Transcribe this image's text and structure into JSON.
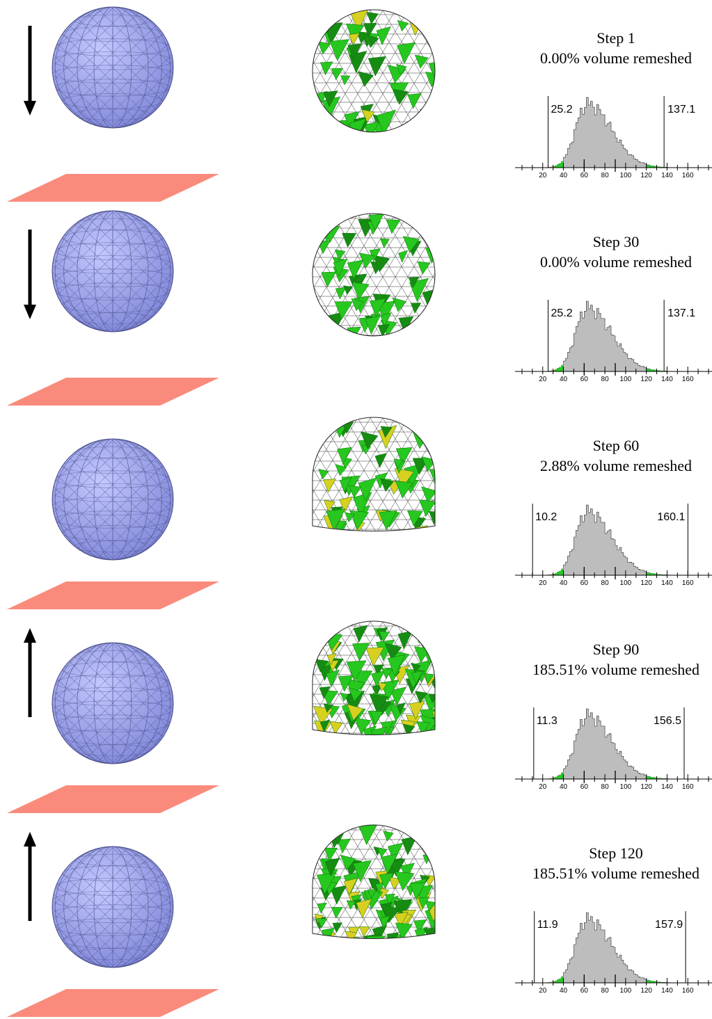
{
  "colors": {
    "sphere": "#9da2ee",
    "sphere_edge": "#4b4f8a",
    "plane": "#fa8b7c",
    "mesh_green": "#26c71e",
    "mesh_dark_green": "#168c12",
    "mesh_yellow": "#d8d020",
    "hist_gray": "#bdbdbd",
    "hist_green": "#22cc22",
    "hist_yellow": "#e0d81c"
  },
  "x_axis_ticks": [
    "20",
    "40",
    "60",
    "80",
    "100",
    "120",
    "140",
    "160"
  ],
  "rows": [
    {
      "step_label": "Step 1",
      "volume_label": "0.00% volume remeshed",
      "arrow": "down",
      "contact": false,
      "min_label": "25.2",
      "max_label": "137.1",
      "min_value": 25.2,
      "max_value": 137.1
    },
    {
      "step_label": "Step 30",
      "volume_label": "0.00% volume remeshed",
      "arrow": "down",
      "contact": false,
      "min_label": "25.2",
      "max_label": "137.1",
      "min_value": 25.2,
      "max_value": 137.1
    },
    {
      "step_label": "Step 60",
      "volume_label": "2.88% volume remeshed",
      "arrow": "none",
      "contact": true,
      "min_label": "10.2",
      "max_label": "160.1",
      "min_value": 10.2,
      "max_value": 160.1
    },
    {
      "step_label": "Step 90",
      "volume_label": "185.51% volume remeshed",
      "arrow": "up",
      "contact": true,
      "min_label": "11.3",
      "max_label": "156.5",
      "min_value": 11.3,
      "max_value": 156.5
    },
    {
      "step_label": "Step 120",
      "volume_label": "185.51% volume remeshed",
      "arrow": "up",
      "contact": true,
      "min_label": "11.9",
      "max_label": "157.9",
      "min_value": 11.9,
      "max_value": 157.9
    }
  ]
}
